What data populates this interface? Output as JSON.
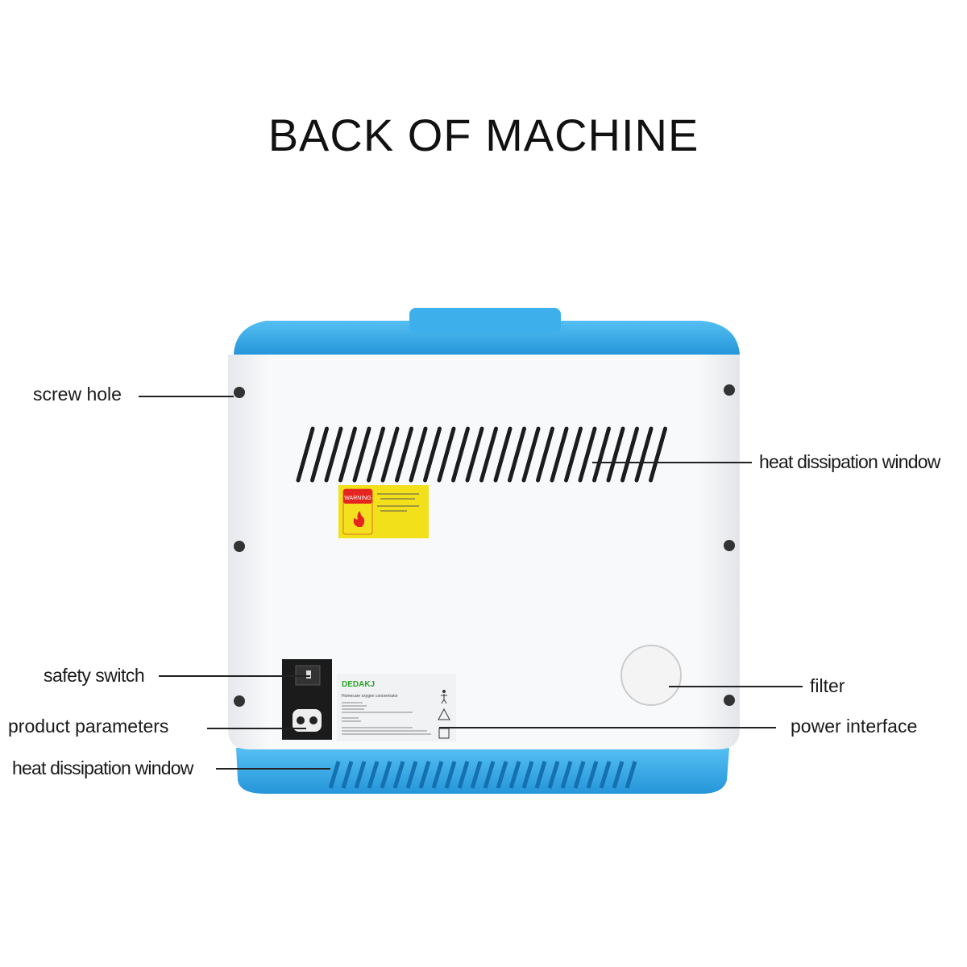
{
  "title": "BACK OF MACHINE",
  "labels": {
    "screw_hole": "screw hole",
    "heat_window_top": "heat dissipation window",
    "safety_switch": "safety switch",
    "product_parameters": "product parameters",
    "heat_window_bottom": "heat dissipation window",
    "filter": "filter",
    "power_interface": "power interface"
  },
  "warning_sticker": {
    "header": "WARNING"
  },
  "nameplate": {
    "brand": "DEDAKJ",
    "product": "Homecare oxygen concentrator"
  },
  "colors": {
    "body_blue": "#3aa8e6",
    "warning_yellow": "#f2e01a",
    "warning_red": "#e52620",
    "brand_green": "#2aa52a"
  }
}
